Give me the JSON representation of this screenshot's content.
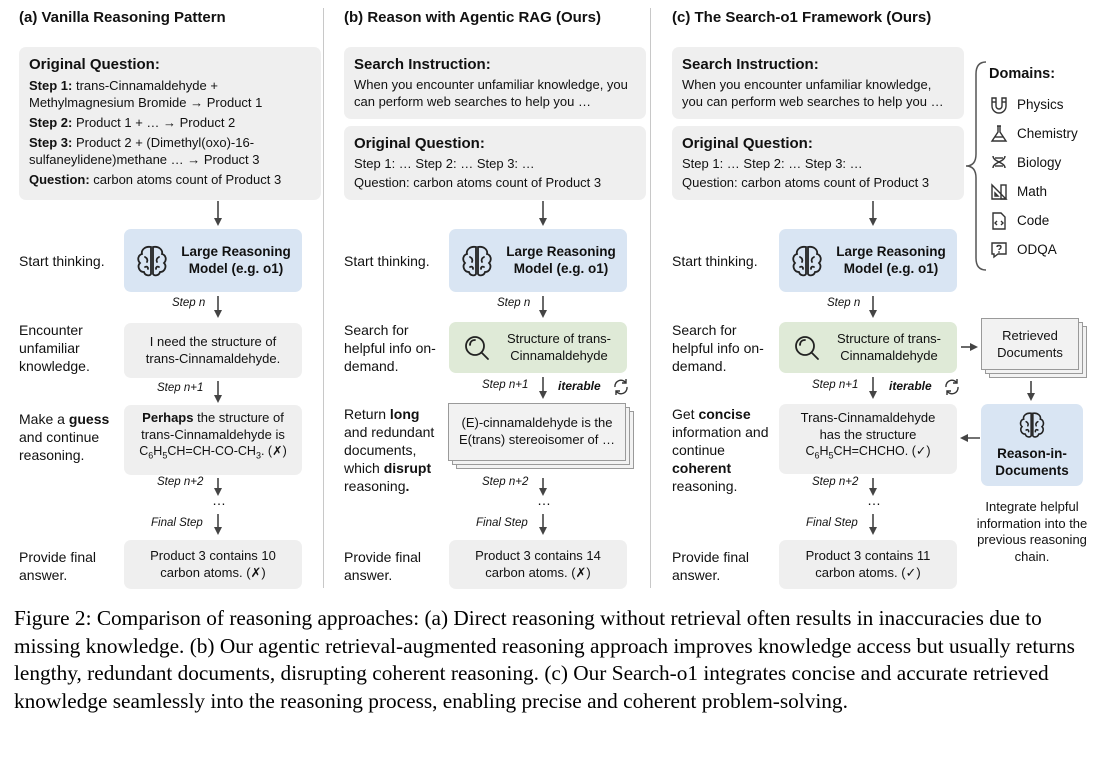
{
  "titles": {
    "a": "(a) Vanilla Reasoning Pattern",
    "b": "(b) Reason with Agentic RAG (Ours)",
    "c": "(c) The Search-o1 Framework (Ours)"
  },
  "col_a": {
    "question_head": "Original Question:",
    "step1_label": "Step 1:",
    "step1_text": " trans-Cinnamaldehyde + Methylmagnesium Bromide → Product 1",
    "step2_label": "Step 2:",
    "step2_text": " Product 1 + … → Product 2",
    "step3_label": "Step 3:",
    "step3_text": " Product 2 + (Dimethyl(oxo)-16-sulfaneylidene)methane … → Product 3",
    "question_label": "Question:",
    "question_text": " carbon atoms count of Product 3",
    "start_thinking": "Start thinking.",
    "model": "Large Reasoning Model (e.g. o1)",
    "step_n": "Step n",
    "side_encounter": "Encounter unfamiliar knowledge.",
    "need_text": "I need the structure of trans-Cinnamaldehyde.",
    "step_n1": "Step n+1",
    "side_guess_1": "Make a ",
    "side_guess_bold": "guess",
    "side_guess_2": " and continue reasoning.",
    "perhaps_bold": "Perhaps",
    "perhaps_text": " the structure of trans-Cinnamaldehyde is",
    "formula_text": "C6H5CH=CH-CO-CH3. (✗)",
    "step_n2": "Step n+2",
    "dots": "…",
    "final_step": "Final Step",
    "side_final": "Provide final answer.",
    "answer": "Product 3 contains 10 carbon atoms. (✗)"
  },
  "col_b": {
    "search_head": "Search Instruction:",
    "search_text": "When you encounter unfamiliar knowledge, you can perform web searches to help you …",
    "question_head": "Original Question:",
    "question_line1": "Step 1: … Step 2: … Step 3: …",
    "question_line2": "Question: carbon atoms count of Product 3",
    "start_thinking": "Start thinking.",
    "model": "Large Reasoning Model (e.g. o1)",
    "step_n": "Step n",
    "side_search": "Search for helpful info on-demand.",
    "query": "Structure of trans-Cinnamaldehyde",
    "step_n1": "Step n+1",
    "iterable": "iterable",
    "side_return_1": "Return ",
    "side_return_bold1": "long",
    "side_return_2": " and redundant documents, which ",
    "side_return_bold2": "disrupt",
    "side_return_3": " reasoning",
    "side_return_bold3": ".",
    "doc_text": "(E)-cinnamaldehyde is the E(trans) stereoisomer of …",
    "step_n2": "Step n+2",
    "dots": "…",
    "final_step": "Final Step",
    "side_final": "Provide final answer.",
    "answer": "Product 3 contains 14 carbon atoms. (✗)"
  },
  "col_c": {
    "search_head": "Search Instruction:",
    "search_text": "When you encounter unfamiliar knowledge, you can perform web searches to help you …",
    "question_head": "Original Question:",
    "question_line1": "Step 1: … Step 2: … Step 3: …",
    "question_line2": "Question: carbon atoms count of Product 3",
    "domains_head": "Domains:",
    "domains": [
      "Physics",
      "Chemistry",
      "Biology",
      "Math",
      "Code",
      "ODQA"
    ],
    "start_thinking": "Start thinking.",
    "model": "Large Reasoning Model (e.g. o1)",
    "step_n": "Step n",
    "side_search": "Search for helpful info on-demand.",
    "query": "Structure of trans-Cinnamaldehyde",
    "retrieved": "Retrieved Documents",
    "step_n1": "Step n+1",
    "iterable": "iterable",
    "side_get_1": "Get ",
    "side_get_bold1": "concise",
    "side_get_2": " information and continue ",
    "side_get_bold2": "coherent",
    "side_get_3": " reasoning.",
    "result_line1": "Trans-Cinnamaldehyde has the structure",
    "result_line2": "C6H5CH=CHCHO. (✓)",
    "rid": "Reason-in-Documents",
    "integrate": "Integrate helpful information into the previous reasoning chain.",
    "step_n2": "Step n+2",
    "dots": "…",
    "final_step": "Final Step",
    "side_final": "Provide final answer.",
    "answer": "Product 3 contains 11 carbon atoms. (✓)"
  },
  "caption": "Figure 2: Comparison of reasoning approaches: (a) Direct reasoning without retrieval often results in inaccuracies due to missing knowledge. (b) Our agentic retrieval-augmented reasoning approach improves knowledge access but usually returns lengthy, redundant documents, disrupting coherent reasoning. (c) Our Search-o1 integrates concise and accurate retrieved knowledge seamlessly into the reasoning process, enabling precise and coherent problem-solving."
}
